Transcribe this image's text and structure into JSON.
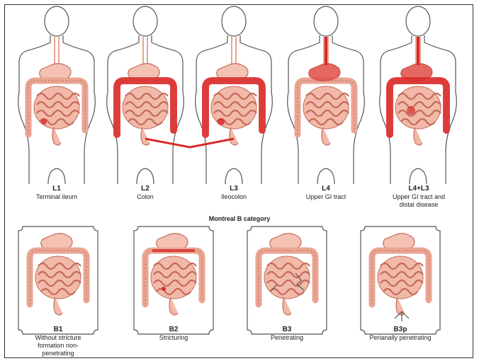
{
  "location_panels": [
    {
      "code": "L1",
      "desc": "Terminal ileum"
    },
    {
      "code": "L2",
      "desc": "Colon"
    },
    {
      "code": "L3",
      "desc": "Ileocolon"
    },
    {
      "code": "L4",
      "desc": "Upper GI tract"
    },
    {
      "code": "L4+L3",
      "desc": "Upper GI tract and distal disease"
    }
  ],
  "section_title": "Montreal B category",
  "behaviour_panels": [
    {
      "code": "B1",
      "desc": "Without stricture formation non-penetrating"
    },
    {
      "code": "B2",
      "desc": "Stricturing"
    },
    {
      "code": "B3",
      "desc": "Penetrating"
    },
    {
      "code": "B3p",
      "desc": "Perianally penetrating"
    }
  ],
  "colors": {
    "outline": "#555555",
    "bowel_fill": "#f2b9a8",
    "bowel_stroke": "#c46a5a",
    "inflamed": "#d92a2a",
    "stomach_fill": "#f4c2b2"
  }
}
